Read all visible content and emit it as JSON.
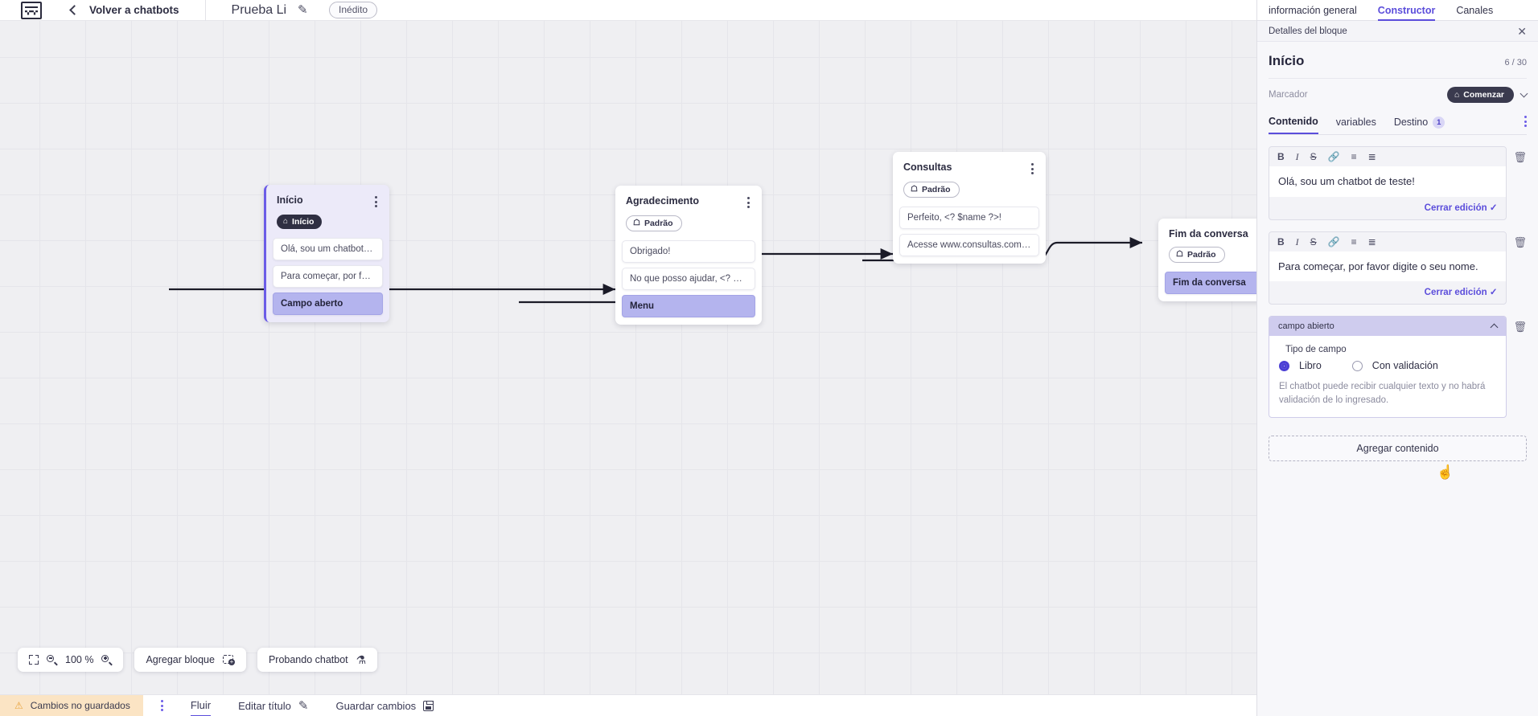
{
  "topbar": {
    "logo_name": "vtex-logo",
    "back_label": "Volver a chatbots",
    "bot_title": "Prueba Li",
    "edit_icon": "pencil-icon",
    "status_badge": "Inédito"
  },
  "canvas": {
    "zoom_level": "100 %",
    "nodes": [
      {
        "title": "Início",
        "tag": "Início",
        "tag_icon": "home-icon",
        "tag_style": "dark",
        "selected": true,
        "rows": [
          {
            "text": "Olá, sou um chatbot de teste!",
            "accent": false
          },
          {
            "text": "Para começar, por favor digite o ...",
            "accent": false
          },
          {
            "text": "Campo aberto",
            "accent": true
          }
        ]
      },
      {
        "title": "Agradecimento",
        "tag": "Padrão",
        "tag_icon": "tag-icon",
        "tag_style": "light",
        "selected": false,
        "rows": [
          {
            "text": "Obrigado!",
            "accent": false
          },
          {
            "text": "No que posso ajudar, <? $name ...",
            "accent": false
          },
          {
            "text": "Menu",
            "accent": true
          }
        ]
      },
      {
        "title": "Consultas",
        "tag": "Padrão",
        "tag_icon": "tag-icon",
        "tag_style": "light",
        "selected": false,
        "rows": [
          {
            "text": "Perfeito, <? $name ?>!",
            "accent": false
          },
          {
            "text": "Acesse www.consultas.com par...",
            "accent": false
          }
        ]
      },
      {
        "title": "Fim da conversa",
        "tag": "Padrão",
        "tag_icon": "tag-icon",
        "tag_style": "light",
        "selected": false,
        "rows": [
          {
            "text": "Fim da conversa",
            "accent": true
          }
        ]
      }
    ],
    "toolbar": {
      "fit_icon": "fit-screen-icon",
      "zoom_out_icon": "zoom-out-icon",
      "zoom_in_icon": "zoom-in-icon",
      "add_block_label": "Agregar bloque",
      "add_block_icon": "add-block-icon",
      "test_bot_label": "Probando chatbot",
      "test_bot_icon": "flask-icon"
    }
  },
  "bottombar": {
    "unsaved_label": "Cambios no guardados",
    "warning_icon": "warning-triangle-icon",
    "kebab_icon": "kebab-menu-icon",
    "flow_label": "Fluir",
    "edit_title_label": "Editar título",
    "edit_title_icon": "pencil-icon",
    "save_label": "Guardar cambios",
    "save_icon": "floppy-disk-icon"
  },
  "panel": {
    "tabs": [
      {
        "label": "información general",
        "active": false
      },
      {
        "label": "Constructor",
        "active": true
      },
      {
        "label": "Canales",
        "active": false
      }
    ],
    "subhead_label": "Detalles del bloque",
    "close_icon": "close-icon",
    "block_title": "Início",
    "char_count": "6 / 30",
    "marker_label": "Marcador",
    "marker_badge": "Comenzar",
    "marker_badge_icon": "home-icon",
    "marker_chevron": "chevron-down-icon",
    "content_tabs": [
      {
        "label": "Contenido",
        "active": true,
        "badge": ""
      },
      {
        "label": "variables",
        "active": false,
        "badge": ""
      },
      {
        "label": "Destino",
        "active": false,
        "badge": "1"
      }
    ],
    "content_kebab": "kebab-menu-icon",
    "editor_toolbar": [
      {
        "name": "bold-icon",
        "glyph": "B"
      },
      {
        "name": "italic-icon",
        "glyph": "I"
      },
      {
        "name": "strikethrough-icon",
        "glyph": "S"
      },
      {
        "name": "link-icon",
        "glyph": "🔗"
      },
      {
        "name": "bullet-list-icon",
        "glyph": "☰"
      },
      {
        "name": "numbered-list-icon",
        "glyph": "≔"
      }
    ],
    "editors": [
      {
        "text": "Olá, sou um chatbot de teste!",
        "close_label": "Cerrar edición",
        "check_icon": "check-icon",
        "delete_icon": "trash-icon"
      },
      {
        "text": "Para começar, por favor digite o seu nome.",
        "close_label": "Cerrar edición",
        "check_icon": "check-icon",
        "delete_icon": "trash-icon"
      }
    ],
    "campo": {
      "header": "campo abierto",
      "collapse_icon": "chevron-up-icon",
      "delete_icon": "trash-icon",
      "type_label": "Tipo de campo",
      "options": [
        {
          "label": "Libro",
          "selected": true
        },
        {
          "label": "Con validación",
          "selected": false
        }
      ],
      "help_text": "El chatbot puede recibir cualquier texto y no habrá validación de lo ingresado."
    },
    "add_content_label": "Agregar contenido",
    "cursor_icon": "hand-cursor-icon",
    "accent_color": "#5b4ddb"
  }
}
